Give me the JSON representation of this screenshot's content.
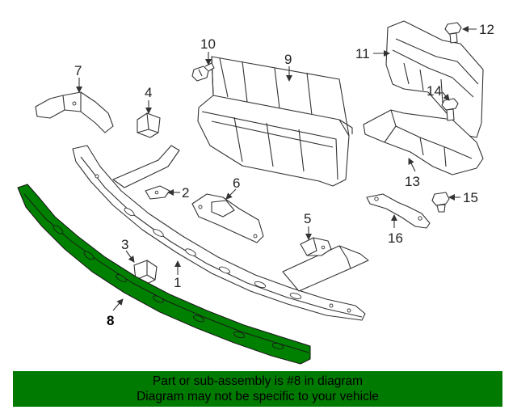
{
  "diagram": {
    "callouts": {
      "c1": "1",
      "c2": "2",
      "c3": "3",
      "c4": "4",
      "c5": "5",
      "c6": "6",
      "c7": "7",
      "c8": "8",
      "c9": "9",
      "c10": "10",
      "c11": "11",
      "c12": "12",
      "c13": "13",
      "c14": "14",
      "c15": "15",
      "c16": "16"
    },
    "highlighted_part": "8",
    "highlight_color": "#008000"
  },
  "banner": {
    "line1": "Part or sub-assembly is #8 in diagram",
    "line2": "Diagram may not be specific to your vehicle",
    "color": "#007a00"
  }
}
